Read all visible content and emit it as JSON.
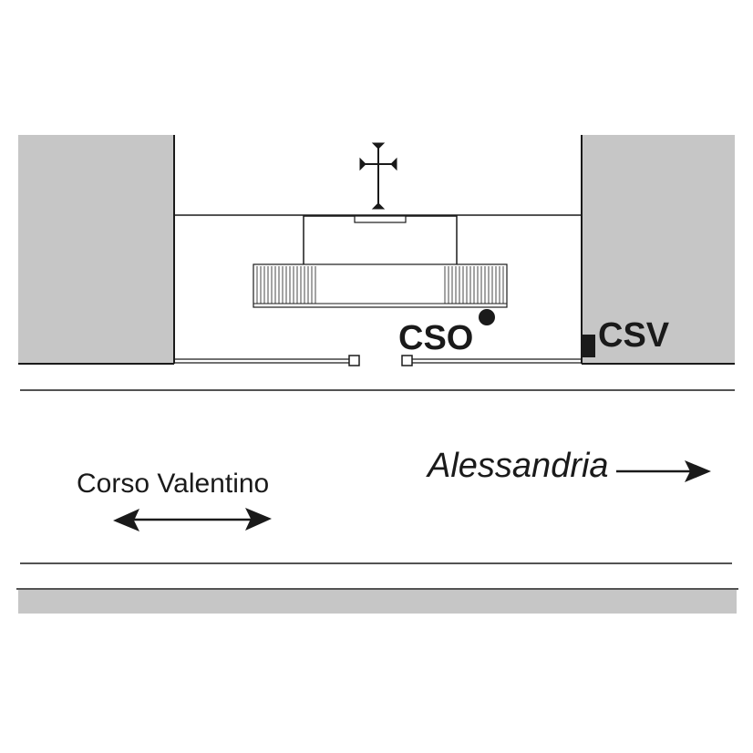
{
  "labels": {
    "cso": "CSO",
    "csv": "CSV",
    "street": "Corso Valentino",
    "direction": "Alessandria"
  },
  "colors": {
    "building_fill": "#c6c6c6",
    "line": "#1a1a1a",
    "background": "#ffffff"
  },
  "icons": {
    "cross": "cross-icon",
    "cso_marker": "filled-circle",
    "csv_marker": "filled-rectangle"
  }
}
